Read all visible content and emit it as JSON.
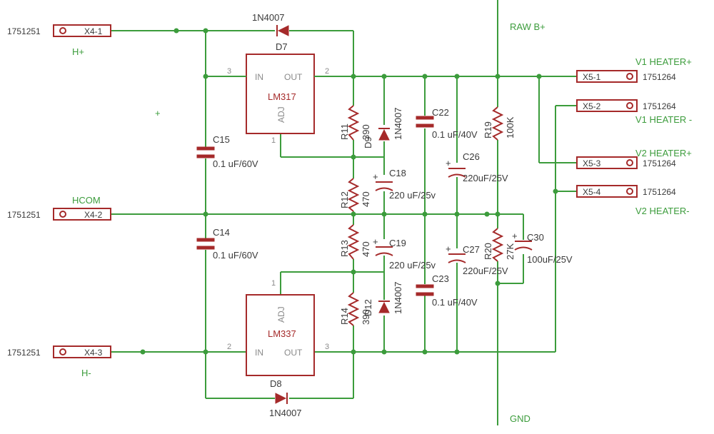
{
  "connectors_left": [
    {
      "part": "1751251",
      "pin": "X4-1",
      "net": "H+"
    },
    {
      "part": "1751251",
      "pin": "X4-2",
      "net": "HCOM"
    },
    {
      "part": "1751251",
      "pin": "X4-3",
      "net": "H-"
    }
  ],
  "connectors_right": [
    {
      "part": "1751264",
      "pin": "X5-1",
      "net": "V1 HEATER+"
    },
    {
      "part": "1751264",
      "pin": "X5-2",
      "net": "V1 HEATER -"
    },
    {
      "part": "1751264",
      "pin": "X5-3",
      "net": "V2 HEATER+"
    },
    {
      "part": "1751264",
      "pin": "X5-4",
      "net": "V2 HEATER-"
    }
  ],
  "regulators": [
    {
      "name": "LM317",
      "ref": "D7",
      "pin_in": "IN",
      "pin_out": "OUT",
      "pin_adj": "ADJ",
      "n_in": "3",
      "n_out": "2",
      "n_adj": "1"
    },
    {
      "name": "LM337",
      "ref": "D8",
      "pin_in": "IN",
      "pin_out": "OUT",
      "pin_adj": "ADJ",
      "n_in": "2",
      "n_out": "3",
      "n_adj": "1"
    }
  ],
  "diodes": {
    "top": "1N4007",
    "bottom": "1N4007",
    "mid_upper": "1N4007",
    "mid_lower": "1N4007"
  },
  "resistors": [
    {
      "ref": "R11",
      "value": "390"
    },
    {
      "ref": "R12",
      "value": "470"
    },
    {
      "ref": "R13",
      "value": "470"
    },
    {
      "ref": "R14",
      "value": "390"
    },
    {
      "ref": "R19",
      "value": "100K"
    },
    {
      "ref": "R20",
      "value": "27K"
    }
  ],
  "capacitors": [
    {
      "ref": "C15",
      "value": "0.1 uF/60V"
    },
    {
      "ref": "C14",
      "value": "0.1 uF/60V"
    },
    {
      "ref": "C18",
      "value": "220 uF/25v"
    },
    {
      "ref": "C19",
      "value": "220 uF/25v"
    },
    {
      "ref": "C22",
      "value": "0.1 uF/40V"
    },
    {
      "ref": "C23",
      "value": "0.1 uF/40V"
    },
    {
      "ref": "C26",
      "value": "220uF/25V"
    },
    {
      "ref": "C27",
      "value": "220uF/25V"
    },
    {
      "ref": "C30",
      "value": "100uF/25V"
    }
  ],
  "nets": {
    "raw": "RAW B+",
    "gnd": "GND",
    "overlap_top": "D9",
    "overlap_bottom": "D12"
  },
  "colors": {
    "wire": "#3c9c3c",
    "part": "#a52a2a",
    "text": "#3a3a3a"
  }
}
